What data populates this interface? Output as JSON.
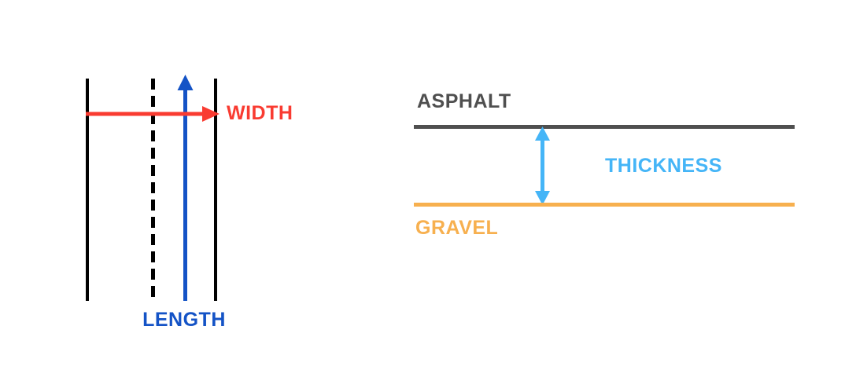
{
  "colors": {
    "background": "#FFFFFF",
    "line_black": "#000000",
    "width_red": "#F93B31",
    "length_blue": "#1453C6",
    "thickness_blue": "#45B5F7",
    "gravel_orange": "#F7B04F",
    "asphalt_gray": "#4F4F4F"
  },
  "top_view": {
    "width_label": "WIDTH",
    "length_label": "LENGTH"
  },
  "cross_section": {
    "asphalt_label": "ASPHALT",
    "thickness_label": "THICKNESS",
    "gravel_label": "GRAVEL"
  }
}
